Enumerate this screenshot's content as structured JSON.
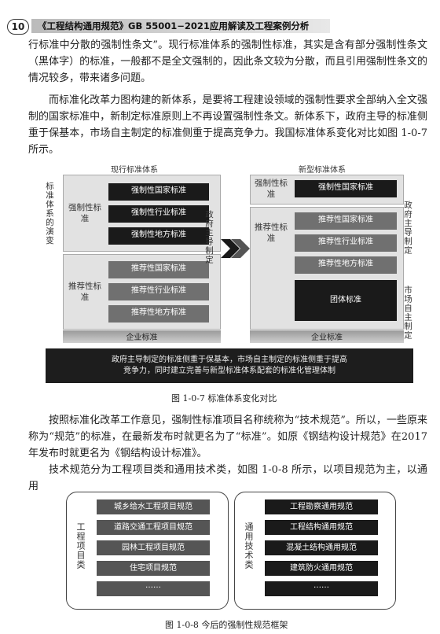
{
  "header": {
    "page_number": "10",
    "title": "《工程结构通用规范》GB 55001−2021应用解读及工程案例分析",
    "arrow": "←"
  },
  "paragraphs": {
    "p1": "行标准中分散的强制性条文”。现行标准体系的强制性标准，其实是含有部分强制性条文（黑体字）的标准，一般都不是全文强制的，因此条文较为分散，而且引用强制性条文的情况较多，带来诸多问题。",
    "p2": "而标准化改革力图构建的新体系，是要将工程建设领域的强制性要求全部纳入全文强制的国家标准中，新制定标准原则上不再设置强制性条文。新体系下，政府主导的标准侧重于保基本，市场自主制定的标准侧重于提高竞争力。我国标准体系变化对比如图 1-0-7 所示。",
    "p3": "按照标准化改革工作意见，强制性标准项目名称统称为“技术规范”。所以，一些原来称为“规范”的标准，在最新发布时就更名为了“标准”。如原《钢结构设计规范》在2017 年发布时就更名为《钢结构设计标准》。",
    "p4": "技术规范分为工程项目类和通用技术类，如图 1-0-8 所示，以项目规范为主，以通用"
  },
  "figure1": {
    "left_title": "现行标准体系",
    "right_title": "新型标准体系",
    "side_label": "标准体系的演变",
    "left_group1_label": "强制性标准",
    "left_group1_items": [
      "强制性国家标准",
      "强制性行业标准",
      "强制性地方标准"
    ],
    "left_group2_label": "推荐性标准",
    "left_group2_items": [
      "推荐性国家标准",
      "推荐性行业标准",
      "推荐性地方标准"
    ],
    "left_enterprise": "企业标准",
    "gov_label": "政府主导制定",
    "right_group1_label": "强制性标准",
    "right_group1_items": [
      "强制性国家标准"
    ],
    "right_group2_label": "推荐性标准",
    "right_group2_items": [
      "推荐性国家标准",
      "推荐性行业标准",
      "推荐性地方标准"
    ],
    "right_group_item": "团体标准",
    "right_enterprise": "企业标准",
    "right_gov_label": "政府主导制定",
    "market_label": "市场自主制定",
    "bottom_text_line1": "政府主导制定的标准侧重于保基本，市场自主制定的标准侧重于提高",
    "bottom_text_line2": "竞争力，同时建立完善与新型标准体系配套的标准化管理体制",
    "caption": "图 1-0-7    标准体系变化对比"
  },
  "figure2": {
    "left_label": "工程项目类",
    "left_items": [
      "城乡给水工程项目规范",
      "道路交通工程项目规范",
      "园林工程项目规范",
      "住宅项目规范",
      "……"
    ],
    "right_label": "通用技术类",
    "right_items": [
      "工程勘察通用规范",
      "工程结构通用规范",
      "混凝土结构通用规范",
      "建筑防火通用规范",
      "……"
    ],
    "caption": "图 1-0-8    今后的强制性规范框架"
  }
}
